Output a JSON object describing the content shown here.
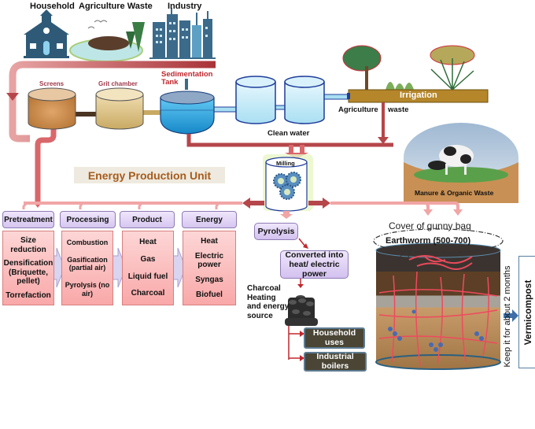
{
  "sources": {
    "household": "Household",
    "agriculture_waste": "Agriculture Waste",
    "industry": "Industry"
  },
  "treatment": {
    "screens": "Screens",
    "grit_chamber": "Grit chamber",
    "sedimentation_line1": "Sedimentation",
    "sedimentation_line2": "Tank",
    "clean_water": "Clean water"
  },
  "irrigation": {
    "label": "Irrigation",
    "agriculture": "Agriculture",
    "waste": "waste"
  },
  "manure": "Manure & Organic Waste",
  "milling": "Milling",
  "energy_unit": {
    "title": "Energy Production Unit",
    "columns": [
      {
        "header": "Pretreatment",
        "items": [
          "Size reduction",
          "Densification (Briquette, pellet)",
          "Torrefaction"
        ]
      },
      {
        "header": "Processing",
        "items": [
          "Combustion",
          "Gasification (partial air)",
          "Pyrolysis (no air)"
        ]
      },
      {
        "header": "Product",
        "items": [
          "Heat",
          "Gas",
          "Liquid fuel",
          "Charcoal"
        ]
      },
      {
        "header": "Energy",
        "items": [
          "Heat",
          "Electric power",
          "Syngas",
          "Biofuel"
        ]
      }
    ]
  },
  "pyrolysis": {
    "label": "Pyrolysis",
    "converted": "Converted into heat/ electric power",
    "charcoal_line1": "Charcoal",
    "charcoal_line2": "Heating",
    "charcoal_line3": "and energy",
    "charcoal_line4": "source",
    "household_uses": "Household uses",
    "industrial_boilers": "Industrial boilers"
  },
  "vermicompost": {
    "cover": "Cover of gunny bag",
    "earthworm": "Earthworm (500-700)",
    "duration": "Keep it for about   2 months",
    "product": "Vermicompost"
  },
  "colors": {
    "pipe": "#b5464a",
    "pipe_light": "#f1a5a5",
    "water": "#2fa3dc",
    "irrigation": "#b5862a",
    "energy_title": "#a65c1e",
    "sedimentation_label": "#c0282e"
  }
}
